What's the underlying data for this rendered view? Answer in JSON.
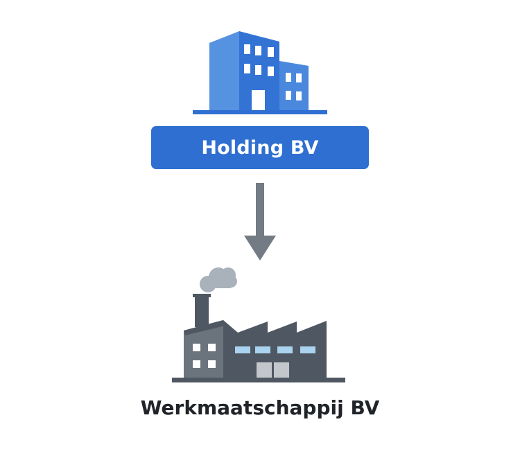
{
  "diagram": {
    "type": "ownership-structure",
    "parent": {
      "label": "Holding BV",
      "icon": "office-building-icon"
    },
    "connector": {
      "direction": "down",
      "icon": "arrow-down-icon"
    },
    "child": {
      "label": "Werkmaatschappij BV",
      "icon": "factory-icon"
    }
  },
  "colors": {
    "primary": "#2f6fd1",
    "building_light": "#5592e0",
    "building_mid": "#3a7bd8",
    "arrow": "#737b84",
    "factory_dark": "#4f5762",
    "factory_mid": "#6b737d",
    "factory_window": "#a9d3ee",
    "factory_door": "#c3c7cc",
    "smoke": "#a9b1ba",
    "text_dark": "#202429"
  }
}
